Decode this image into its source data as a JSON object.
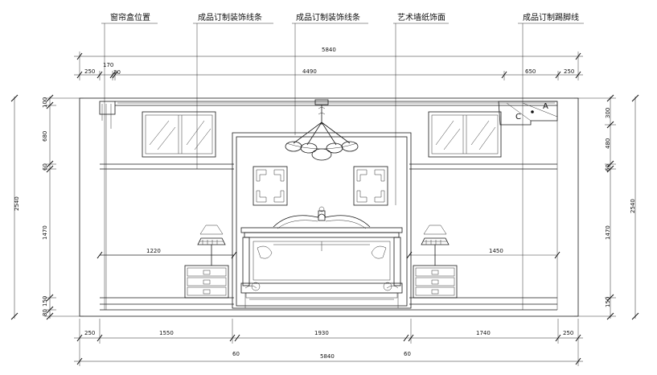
{
  "callouts": [
    "窗帘盒位置",
    "成品订制装饰线条",
    "成品订制装饰线条",
    "艺术墙纸饰面",
    "成品订制踢脚线"
  ],
  "top_dims": {
    "total": "5840",
    "row2": [
      "250",
      "170",
      "30",
      "4490",
      "650",
      "250"
    ]
  },
  "bottom_dims": {
    "row1": [
      "250",
      "1550",
      "1930",
      "1740",
      "250"
    ],
    "offsets": [
      "60",
      "60"
    ],
    "total": "5840"
  },
  "left_dims": {
    "total": "2540",
    "segments": [
      "100",
      "680",
      "60",
      "1470",
      "150",
      "80"
    ]
  },
  "right_dims": {
    "total": "2540",
    "segments": [
      "300",
      "480",
      "60",
      "1470",
      "150"
    ]
  },
  "inner_dims": {
    "left_width": "1220",
    "right_width": "1450"
  },
  "markers": {
    "c": "C",
    "a": "A"
  }
}
